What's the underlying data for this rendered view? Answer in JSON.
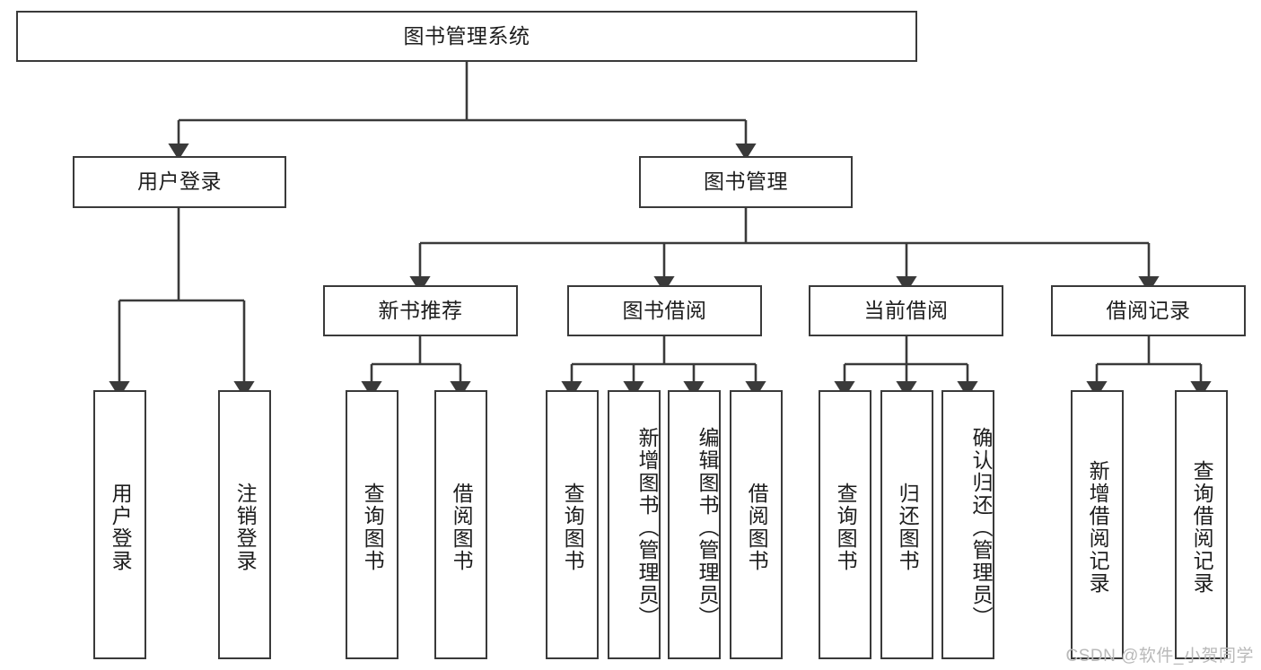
{
  "diagram": {
    "title": "图书管理系统",
    "type": "hierarchy-tree",
    "background_color": "#ffffff",
    "line_color": "#3a3a3a",
    "text_color": "#1d1d1d",
    "root": {
      "label": "图书管理系统"
    },
    "level2": [
      {
        "label": "用户登录"
      },
      {
        "label": "图书管理"
      }
    ],
    "level3": [
      {
        "label": "新书推荐"
      },
      {
        "label": "图书借阅"
      },
      {
        "label": "当前借阅"
      },
      {
        "label": "借阅记录"
      }
    ],
    "leaves": {
      "user_login": [
        {
          "label": "用户登录"
        },
        {
          "label": "注销登录"
        }
      ],
      "new_book_recommend": [
        {
          "label": "查询图书"
        },
        {
          "label": "借阅图书"
        }
      ],
      "book_borrow": [
        {
          "label": "查询图书"
        },
        {
          "label": "新增图书（管理员）"
        },
        {
          "label": "编辑图书（管理员）"
        },
        {
          "label": "借阅图书"
        }
      ],
      "current_borrow": [
        {
          "label": "查询图书"
        },
        {
          "label": "归还图书"
        },
        {
          "label": "确认归还（管理员）"
        }
      ],
      "borrow_record": [
        {
          "label": "新增借阅记录"
        },
        {
          "label": "查询借阅记录"
        }
      ]
    }
  },
  "watermark": {
    "text": "CSDN @软件_小贺同学"
  }
}
